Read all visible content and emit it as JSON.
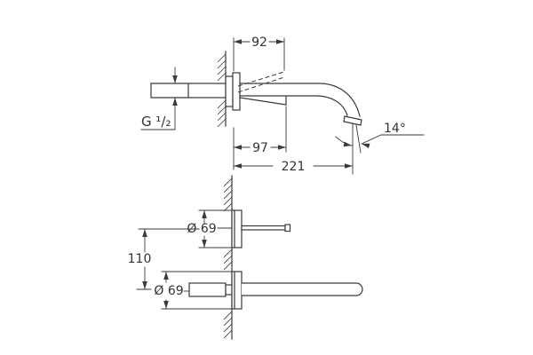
{
  "colors": {
    "line": "#3a3a3a",
    "text": "#333333",
    "background": "#ffffff"
  },
  "side_view": {
    "dim_depth": "92",
    "thread_size": "G ¹/₂",
    "dim_spout_mid": "97",
    "dim_spout_total": "221",
    "flow_angle": "14°"
  },
  "front_view": {
    "dim_handle_diameter": "Ø 69",
    "dim_center_distance": "110",
    "dim_spout_diameter": "Ø 69"
  }
}
